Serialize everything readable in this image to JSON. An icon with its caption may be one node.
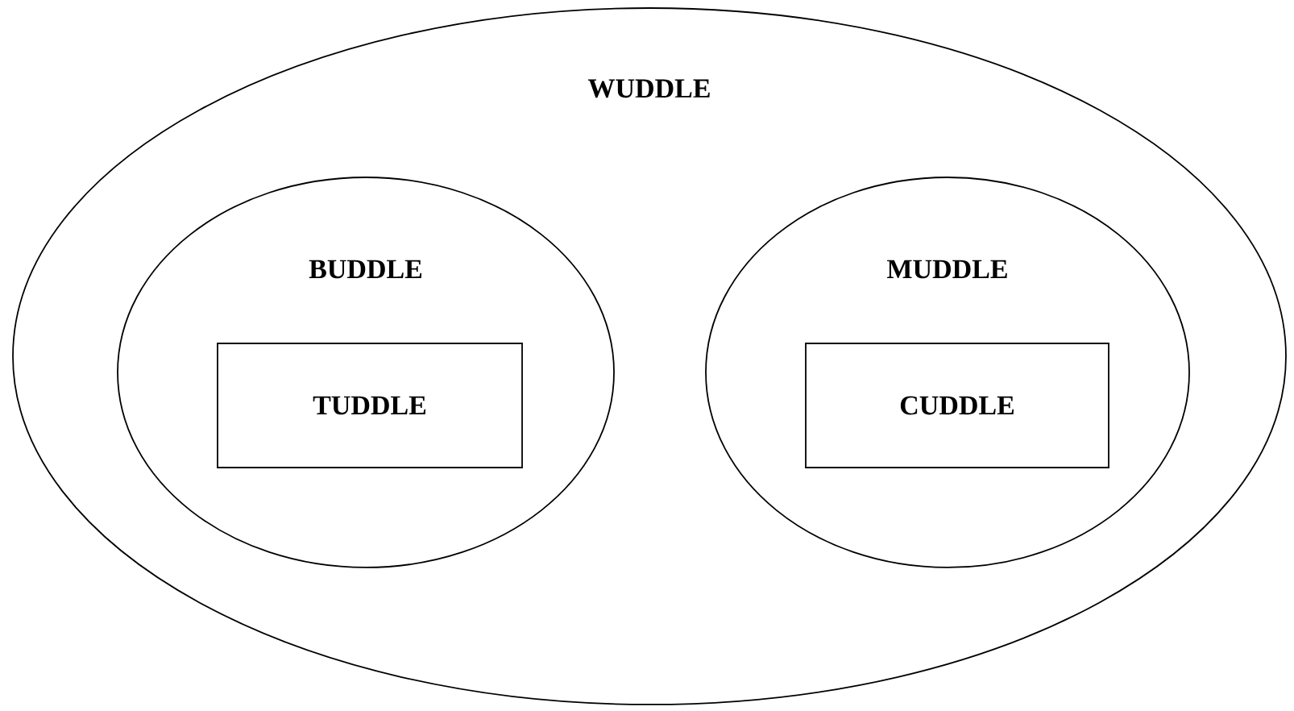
{
  "diagram": {
    "nodes": [
      {
        "text": [
          "WUDDLE"
        ]
      },
      {
        "text": [
          "BUDDLE"
        ],
        "in": 0
      },
      {
        "text": [
          "TUDDLE"
        ],
        "in": 1
      },
      {
        "text": [
          "MUDDLE"
        ],
        "in": 0
      },
      {
        "text": [
          "CUDDLE"
        ],
        "in": 3
      }
    ]
  }
}
